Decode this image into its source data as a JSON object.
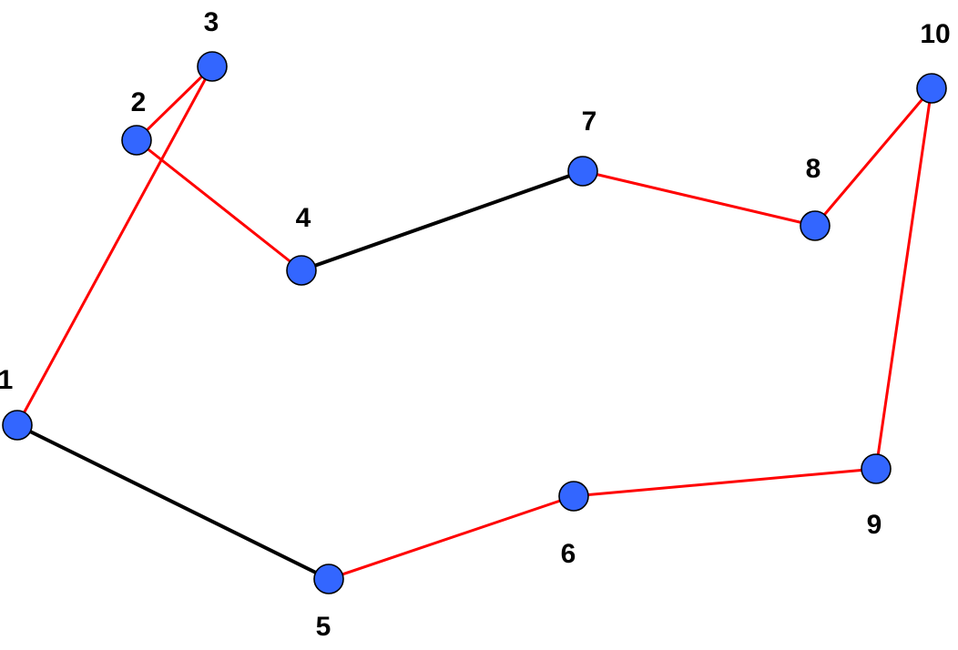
{
  "graph": {
    "colors": {
      "node_fill": "#3366ff",
      "node_stroke": "#000000",
      "red_edge": "#ff0000",
      "black_edge": "#000000"
    },
    "nodes": [
      {
        "id": "1",
        "label": "1"
      },
      {
        "id": "2",
        "label": "2"
      },
      {
        "id": "3",
        "label": "3"
      },
      {
        "id": "4",
        "label": "4"
      },
      {
        "id": "5",
        "label": "5"
      },
      {
        "id": "6",
        "label": "6"
      },
      {
        "id": "7",
        "label": "7"
      },
      {
        "id": "8",
        "label": "8"
      },
      {
        "id": "9",
        "label": "9"
      },
      {
        "id": "10",
        "label": "10"
      }
    ],
    "edges": [
      {
        "from": "1",
        "to": "3",
        "color": "red"
      },
      {
        "from": "3",
        "to": "2",
        "color": "red"
      },
      {
        "from": "2",
        "to": "4",
        "color": "red"
      },
      {
        "from": "4",
        "to": "7",
        "color": "black"
      },
      {
        "from": "7",
        "to": "8",
        "color": "red"
      },
      {
        "from": "8",
        "to": "10",
        "color": "red"
      },
      {
        "from": "10",
        "to": "9",
        "color": "red"
      },
      {
        "from": "9",
        "to": "6",
        "color": "red"
      },
      {
        "from": "6",
        "to": "5",
        "color": "red"
      },
      {
        "from": "5",
        "to": "1",
        "color": "black"
      }
    ]
  }
}
